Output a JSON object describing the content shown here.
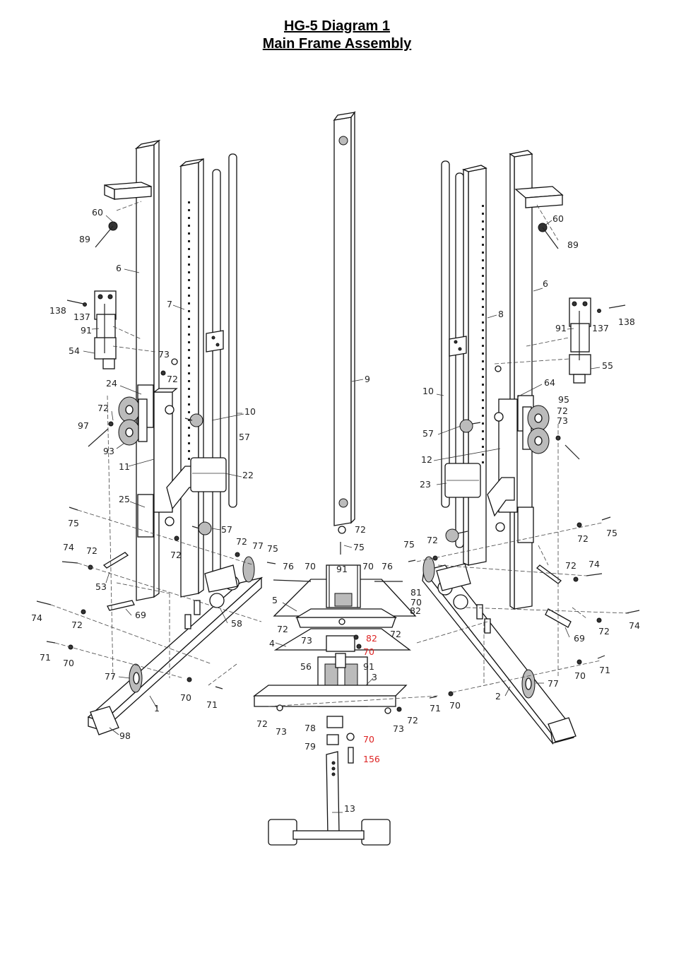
{
  "title": "HG-5 Diagram 1",
  "subtitle": "Main Frame Assembly",
  "labels": [
    {
      "id": "l60a",
      "text": "60"
    },
    {
      "id": "l89a",
      "text": "89"
    },
    {
      "id": "l6a",
      "text": "6"
    },
    {
      "id": "l7",
      "text": "7"
    },
    {
      "id": "l138a",
      "text": "138"
    },
    {
      "id": "l137a",
      "text": "137"
    },
    {
      "id": "l91a",
      "text": "91"
    },
    {
      "id": "l54",
      "text": "54"
    },
    {
      "id": "l73a",
      "text": "73"
    },
    {
      "id": "l72a",
      "text": "72"
    },
    {
      "id": "l24",
      "text": "24"
    },
    {
      "id": "l72b",
      "text": "72"
    },
    {
      "id": "l97",
      "text": "97"
    },
    {
      "id": "l93",
      "text": "93"
    },
    {
      "id": "l11",
      "text": "11"
    },
    {
      "id": "l10a",
      "text": "10"
    },
    {
      "id": "l57a",
      "text": "57"
    },
    {
      "id": "l22",
      "text": "22"
    },
    {
      "id": "l25",
      "text": "25"
    },
    {
      "id": "l75a",
      "text": "75"
    },
    {
      "id": "l57b",
      "text": "57"
    },
    {
      "id": "l74a",
      "text": "74"
    },
    {
      "id": "l72c",
      "text": "72"
    },
    {
      "id": "l72d",
      "text": "72"
    },
    {
      "id": "l72e",
      "text": "72"
    },
    {
      "id": "l77a",
      "text": "77"
    },
    {
      "id": "l75b",
      "text": "75"
    },
    {
      "id": "l53",
      "text": "53"
    },
    {
      "id": "l74b",
      "text": "74"
    },
    {
      "id": "l72f",
      "text": "72"
    },
    {
      "id": "l69a",
      "text": "69"
    },
    {
      "id": "l58",
      "text": "58"
    },
    {
      "id": "l71a",
      "text": "71"
    },
    {
      "id": "l70a",
      "text": "70"
    },
    {
      "id": "l77b",
      "text": "77"
    },
    {
      "id": "l70b",
      "text": "70"
    },
    {
      "id": "l71b",
      "text": "71"
    },
    {
      "id": "l1",
      "text": "1"
    },
    {
      "id": "l98",
      "text": "98"
    },
    {
      "id": "l9",
      "text": "9"
    },
    {
      "id": "l72g",
      "text": "72"
    },
    {
      "id": "l75c",
      "text": "75"
    },
    {
      "id": "l76a",
      "text": "76"
    },
    {
      "id": "l70c",
      "text": "70"
    },
    {
      "id": "l91b",
      "text": "91"
    },
    {
      "id": "l70d",
      "text": "70"
    },
    {
      "id": "l76b",
      "text": "76"
    },
    {
      "id": "l5",
      "text": "5"
    },
    {
      "id": "l72h",
      "text": "72"
    },
    {
      "id": "l73b",
      "text": "73"
    },
    {
      "id": "l72i",
      "text": "72"
    },
    {
      "id": "l82a",
      "text": "82",
      "red": true
    },
    {
      "id": "l70e",
      "text": "70",
      "red": true
    },
    {
      "id": "l4",
      "text": "4"
    },
    {
      "id": "l56",
      "text": "56"
    },
    {
      "id": "l91c",
      "text": "91"
    },
    {
      "id": "l3",
      "text": "3"
    },
    {
      "id": "l72j",
      "text": "72"
    },
    {
      "id": "l73c",
      "text": "73"
    },
    {
      "id": "l73d",
      "text": "73"
    },
    {
      "id": "l72k",
      "text": "72"
    },
    {
      "id": "l78",
      "text": "78"
    },
    {
      "id": "l79",
      "text": "79"
    },
    {
      "id": "l70f",
      "text": "70",
      "red": true
    },
    {
      "id": "l156",
      "text": "156",
      "red": true
    },
    {
      "id": "l13",
      "text": "13"
    },
    {
      "id": "l60b",
      "text": "60"
    },
    {
      "id": "l89b",
      "text": "89"
    },
    {
      "id": "l6b",
      "text": "6"
    },
    {
      "id": "l8",
      "text": "8"
    },
    {
      "id": "l91d",
      "text": "91"
    },
    {
      "id": "l137b",
      "text": "137"
    },
    {
      "id": "l138b",
      "text": "138"
    },
    {
      "id": "l55",
      "text": "55"
    },
    {
      "id": "l10b",
      "text": "10"
    },
    {
      "id": "l64",
      "text": "64"
    },
    {
      "id": "l95",
      "text": "95"
    },
    {
      "id": "l72l",
      "text": "72"
    },
    {
      "id": "l73e",
      "text": "73"
    },
    {
      "id": "l57c",
      "text": "57"
    },
    {
      "id": "l12",
      "text": "12"
    },
    {
      "id": "l23",
      "text": "23"
    },
    {
      "id": "l75d",
      "text": "75"
    },
    {
      "id": "l72m",
      "text": "72"
    },
    {
      "id": "l75e",
      "text": "75"
    },
    {
      "id": "l72n",
      "text": "72"
    },
    {
      "id": "l81",
      "text": "81"
    },
    {
      "id": "l70g",
      "text": "70"
    },
    {
      "id": "l82b",
      "text": "82"
    },
    {
      "id": "l72o",
      "text": "72"
    },
    {
      "id": "l74c",
      "text": "74"
    },
    {
      "id": "l69b",
      "text": "69"
    },
    {
      "id": "l72p",
      "text": "72"
    },
    {
      "id": "l74d",
      "text": "74"
    },
    {
      "id": "l71c",
      "text": "71"
    },
    {
      "id": "l70h",
      "text": "70"
    },
    {
      "id": "l77c",
      "text": "77"
    },
    {
      "id": "l71d",
      "text": "71"
    },
    {
      "id": "l70i",
      "text": "70"
    },
    {
      "id": "l2",
      "text": "2"
    }
  ]
}
